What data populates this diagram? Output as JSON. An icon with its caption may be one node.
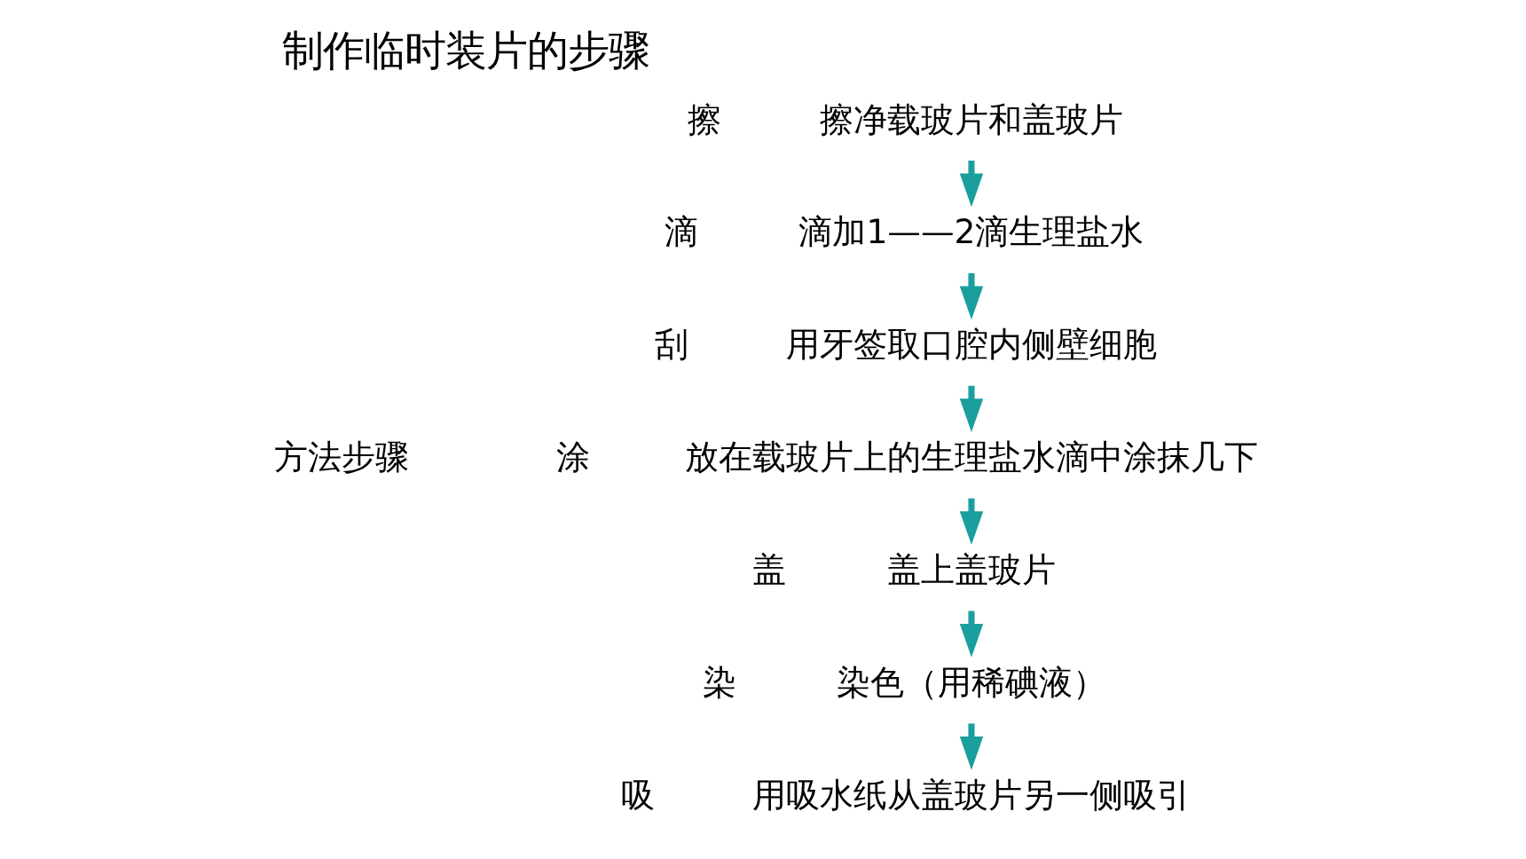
{
  "diagram": {
    "title": "制作临时装片的步骤",
    "nodes": [
      {
        "text": [
          "擦净载玻片和盖玻片"
        ],
        "beside": [
          "擦"
        ]
      },
      {
        "text": [
          "滴加1——2滴生理盐水"
        ],
        "beside": [
          "滴"
        ]
      },
      {
        "text": [
          "用牙签取口腔内侧壁细胞"
        ],
        "beside": [
          "刮"
        ]
      },
      {
        "text": [
          "放在载玻片上的生理盐水滴中涂抹几下"
        ],
        "beside": [
          "涂"
        ]
      },
      {
        "text": [
          "盖上盖玻片"
        ],
        "beside": [
          "盖"
        ]
      },
      {
        "text": [
          "染色（用稀碘液）"
        ],
        "beside": [
          "染"
        ]
      },
      {
        "text": [
          "用吸水纸从盖玻片另一侧吸引"
        ],
        "beside": [
          "吸"
        ]
      }
    ],
    "edges": [
      {
        "from": 0,
        "to": 1,
        "arrow": "to"
      },
      {
        "from": 1,
        "to": 2,
        "arrow": "to"
      },
      {
        "from": 2,
        "to": 3,
        "arrow": "to"
      },
      {
        "from": 3,
        "to": 4,
        "arrow": "to"
      },
      {
        "from": 4,
        "to": 5,
        "arrow": "to"
      },
      {
        "from": 5,
        "to": 6,
        "arrow": "to"
      }
    ],
    "labels": [
      "方法步骤"
    ]
  }
}
